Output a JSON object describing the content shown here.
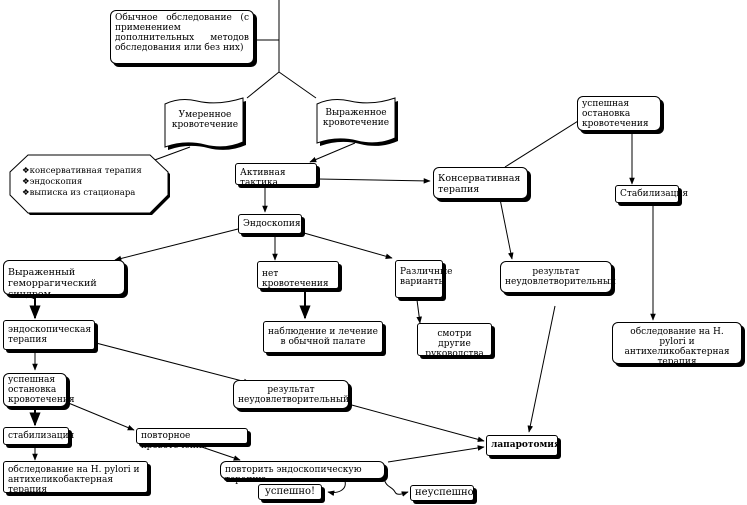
{
  "nodes": {
    "initial_exam": "Обычное обследование (с применением дополнительных методов обследования или без них)",
    "moderate_bleeding": "Умеренное кровотечение",
    "severe_bleeding": "Выраженное кровотечение",
    "conservative_list": [
      "консервативная терапия",
      "эндоскопия",
      "выписка из стационара"
    ],
    "active_tactics": "Активная тактика",
    "conservative_therapy": "Консервативная терапия",
    "success_top": "успешная остановка кровотечения",
    "stabilization_right": "Стабилизация",
    "endoscopy": "Эндоскопия",
    "hemorrhagic_syndrome": "Выраженный геморрагический синдром",
    "no_bleeding": "нет кровотечения",
    "various_options": "Различные варианты",
    "unsatisfactory_right": "результат неудовлетворительный",
    "observation": "наблюдение и лечение в обычной палате",
    "see_other": "смотри другие руководства",
    "pylori_right": "обследование на H. pylori и антихеликобактерная терапия",
    "endo_therapy": "эндоскопическая терапия",
    "success_left": "успешная остановка кровотечения",
    "unsatisfactory_mid": "результат неудовлетворительный",
    "stabilization_left": "стабилизация",
    "repeat_bleeding": "повторное кровотечение",
    "laparotomy": "лапаротомия",
    "pylori_left": "обследование на H. pylori и антихеликобактерная терапия",
    "repeat_endo": "повторить эндоскопическую терапию",
    "success_short": "успешно!",
    "failure_short": "неуспешно"
  }
}
